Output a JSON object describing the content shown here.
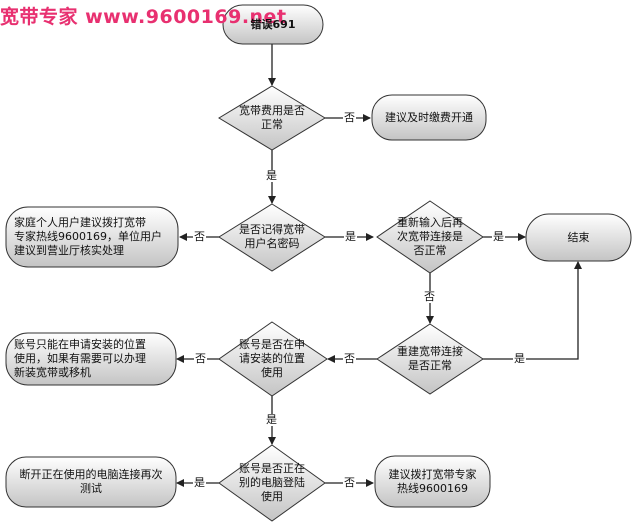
{
  "watermark": "宽带专家 www.9600169.net",
  "nodes": {
    "start": "错误691",
    "q_fee": "宽带费用是否\n正常",
    "advice_pay": "建议及时缴费开通",
    "q_password": "是否记得宽带\n用户名密码",
    "advice_hotline": "家庭个人用户建议拨打宽带\n专家热线9600169，单位用户\n建议到营业厅核实处理",
    "q_reenter": "重新输入后再\n次宽带连接是\n否正常",
    "end": "结束",
    "q_rebuild": "重建宽带连接\n是否正常",
    "q_location": "账号是否在申\n请安装的位置\n使用",
    "advice_relocate": "账号只能在申请安装的位置\n使用，如果有需要可以办理\n新装宽带或移机",
    "q_other_pc": "账号是否正在\n别的电脑登陆\n使用",
    "advice_disconnect": "断开正在使用的电脑连接再次\n测试",
    "advice_call": "建议拨打宽带专家\n热线9600169"
  },
  "edges": {
    "fee_no": "否",
    "fee_yes": "是",
    "pwd_no": "否",
    "pwd_yes": "是",
    "reenter_yes": "是",
    "reenter_no": "否",
    "rebuild_yes": "是",
    "rebuild_no": "否",
    "loc_no": "否",
    "loc_yes": "是",
    "other_yes": "是",
    "other_no": "否"
  },
  "colors": {
    "fill_light": "#ffffff",
    "fill_dark": "#c4c4c4",
    "stroke": "#333333",
    "watermark": "#e83070"
  }
}
